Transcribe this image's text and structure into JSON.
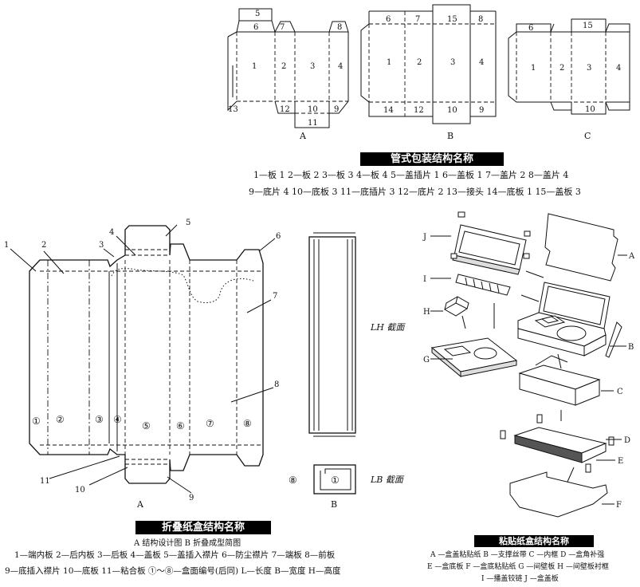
{
  "tube": {
    "A": {
      "caption": "A",
      "labels": [
        "5",
        "6",
        "7",
        "8",
        "1",
        "2",
        "3",
        "4",
        "13",
        "12",
        "10",
        "9",
        "11"
      ]
    },
    "B": {
      "caption": "B",
      "labels": [
        "6",
        "7",
        "15",
        "8",
        "1",
        "2",
        "3",
        "4",
        "14",
        "12",
        "10",
        "9"
      ]
    },
    "C": {
      "caption": "C",
      "labels": [
        "6",
        "15",
        "1",
        "2",
        "3",
        "4",
        "10"
      ]
    },
    "title": "管式包装结构名称",
    "legend_line1": "1—板 1   2—板 2   3—板 3   4—板 4   5—盖插片 1   6—盖板 1   7—盖片 2   8—盖片 4",
    "legend_line2": "9—底片 4   10—底板 3   11—底插片 3   12—底片 2   13—接头   14—底板 1   15—盖板 3"
  },
  "folding": {
    "callouts": [
      "1",
      "2",
      "3",
      "4",
      "5",
      "6",
      "7",
      "8",
      "9",
      "10",
      "11"
    ],
    "panels": [
      "①",
      "②",
      "③",
      "④",
      "⑤",
      "⑥",
      "⑦",
      "⑧"
    ],
    "caption_A": "A",
    "caption_B": "B",
    "lh_label": "LH 截面",
    "lb_label": "LB 截面",
    "lb_markers": [
      "⑧",
      "①"
    ],
    "title": "折叠纸盒结构名称",
    "sub": "A  结构设计图      B  折叠成型简图",
    "legend_line1": "1—端内板   2—后内板   3—后板   4—盖板   5—盖插入襟片   6—防尘襟片   7—端板   8—前板",
    "legend_line2": "9—底插入襟片   10—底板   11—粘合板   ①～⑧—盒面编号(后同)   L—长度   B—宽度   H—高度"
  },
  "paste": {
    "labels": [
      "J",
      "I",
      "H",
      "G",
      "A",
      "B",
      "C",
      "D",
      "E",
      "F"
    ],
    "title": "粘贴纸盒结构名称",
    "legend_line1": "A —盒盖粘贴纸   B —支撑丝带   C —内框   D —盒角补强",
    "legend_line2": "E —盒底板   F —盒底粘贴纸   G —间壁板   H —间壁板衬框",
    "legend_line3": "I —播盖铰链   J —盒盖板"
  }
}
